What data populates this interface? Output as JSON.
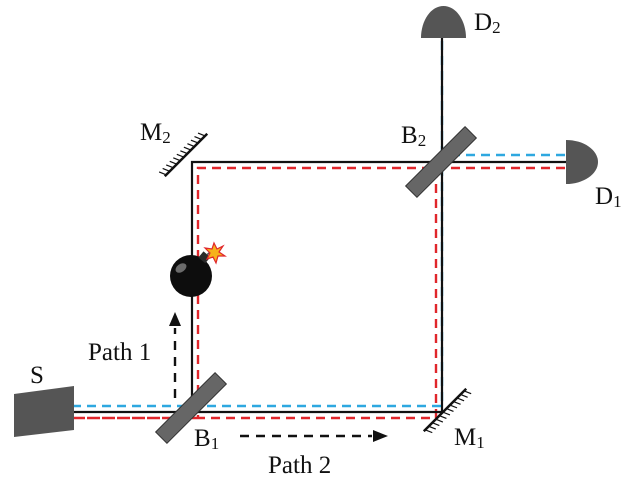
{
  "labels": {
    "source": "S",
    "bs1_main": "B",
    "bs1_sub": "1",
    "bs2_main": "B",
    "bs2_sub": "2",
    "m1_main": "M",
    "m1_sub": "1",
    "m2_main": "M",
    "m2_sub": "2",
    "d1_main": "D",
    "d1_sub": "1",
    "d2_main": "D",
    "d2_sub": "2",
    "path1": "Path 1",
    "path2": "Path 2"
  },
  "colors": {
    "beam": "#111111",
    "blue_beam": "#2ea8e0",
    "red_beam": "#e0262b",
    "device": "#555555",
    "splitter": "#666666"
  },
  "icons": [
    "source-icon",
    "beam-splitter-icon",
    "mirror-icon",
    "detector-icon",
    "bomb-icon"
  ]
}
